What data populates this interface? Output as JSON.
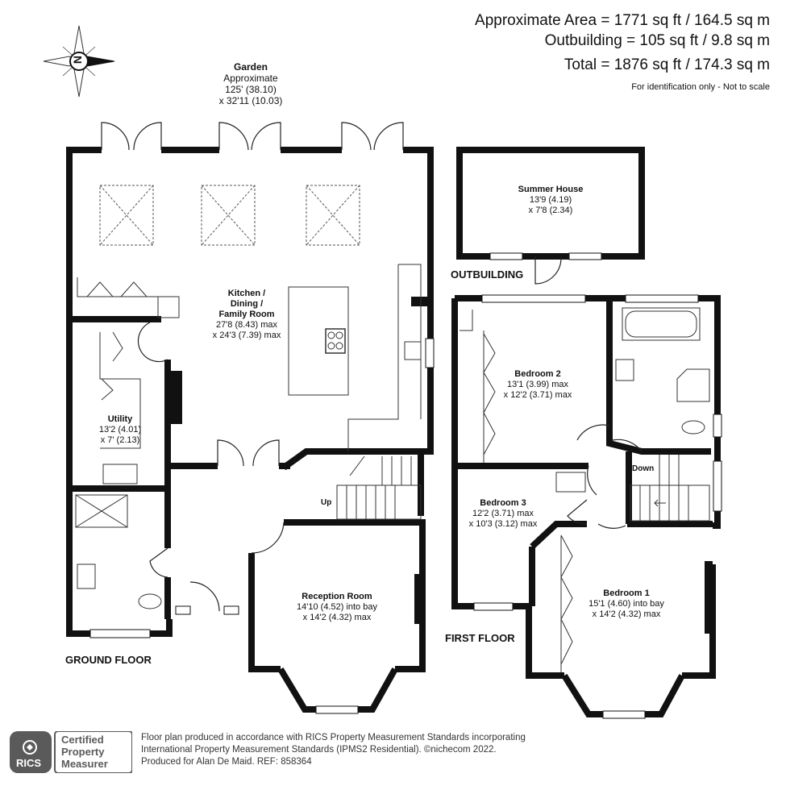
{
  "header": {
    "approx_area": "Approximate Area = 1771 sq ft / 164.5 sq m",
    "outbuilding": "Outbuilding = 105 sq ft / 9.8 sq m",
    "total": "Total = 1876 sq ft / 174.3 sq m",
    "note": "For identification only - Not to scale"
  },
  "compass": {
    "letter": "N"
  },
  "garden": {
    "name": "Garden",
    "line1": "Approximate",
    "line2": "125' (38.10)",
    "line3": "x 32'11 (10.03)"
  },
  "rooms": {
    "kitchen": {
      "name1": "Kitchen /",
      "name2": "Dining /",
      "name3": "Family Room",
      "dim1": "27'8 (8.43) max",
      "dim2": "x 24'3 (7.39) max"
    },
    "utility": {
      "name": "Utility",
      "dim1": "13'2 (4.01)",
      "dim2": "x 7' (2.13)"
    },
    "reception": {
      "name": "Reception Room",
      "dim1": "14'10 (4.52) into bay",
      "dim2": "x 14'2 (4.32) max"
    },
    "summer_house": {
      "name": "Summer House",
      "dim1": "13'9 (4.19)",
      "dim2": "x 7'8 (2.34)"
    },
    "bedroom2": {
      "name": "Bedroom 2",
      "dim1": "13'1 (3.99) max",
      "dim2": "x 12'2 (3.71) max"
    },
    "bedroom3": {
      "name": "Bedroom 3",
      "dim1": "12'2 (3.71) max",
      "dim2": "x 10'3 (3.12) max"
    },
    "bedroom1": {
      "name": "Bedroom 1",
      "dim1": "15'1 (4.60) into bay",
      "dim2": "x 14'2 (4.32) max"
    }
  },
  "labels": {
    "ground_floor": "GROUND FLOOR",
    "first_floor": "FIRST FLOOR",
    "outbuilding": "OUTBUILDING",
    "up": "Up",
    "down": "Down"
  },
  "footer": {
    "line1": "Floor plan produced in accordance with RICS Property Measurement Standards incorporating",
    "line2": "International Property Measurement Standards (IPMS2 Residential).  ©nichecom 2022.",
    "line3": "Produced for Alan De Maid.  REF: 858364"
  },
  "badge": {
    "logo": "RICS",
    "line1": "Certified",
    "line2": "Property",
    "line3": "Measurer"
  },
  "colors": {
    "wall": "#111111",
    "window": "#ffffff",
    "badge_grey": "#5a5a5a"
  }
}
